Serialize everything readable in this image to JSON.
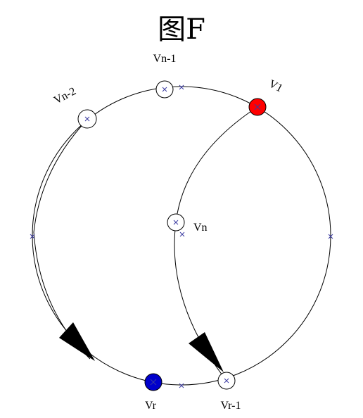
{
  "title": "图F",
  "vertices": {
    "v1": {
      "label": "V1",
      "fill": "#ff0000"
    },
    "vn1": {
      "label": "Vn-1",
      "fill": "#ffffff"
    },
    "vn2": {
      "label": "Vn-2",
      "fill": "#ffffff"
    },
    "vn": {
      "label": "Vn",
      "fill": "#ffffff"
    },
    "vr": {
      "label": "Vr",
      "fill": "#0000cc"
    },
    "vr1": {
      "label": "Vr-1",
      "fill": "#ffffff"
    }
  },
  "colors": {
    "edge": "#000000",
    "marker": "#3a3aa0",
    "arrow": "#000000"
  }
}
